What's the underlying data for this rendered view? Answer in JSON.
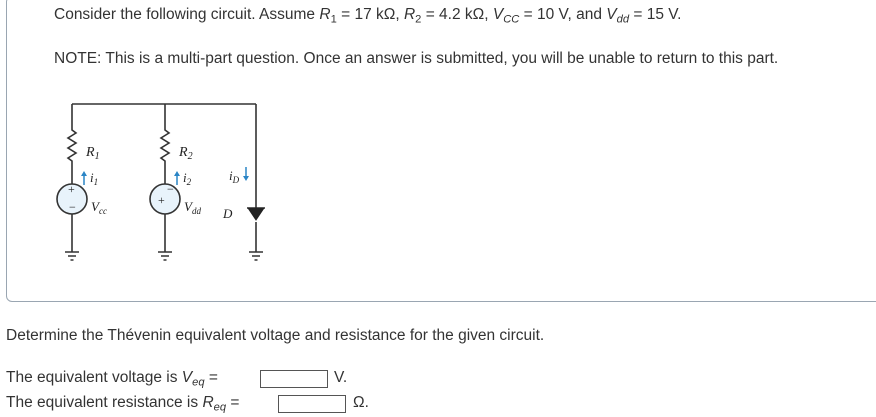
{
  "problem": {
    "intro": "Consider the following circuit. Assume",
    "r1_sym": "R",
    "r1_sub": "1",
    "r1_val": "= 17 kΩ,",
    "r2_sym": "R",
    "r2_sub": "2",
    "r2_val": "= 4.2 kΩ,",
    "vcc_sym": "V",
    "vcc_sub": "CC",
    "vcc_val": "= 10 V, and",
    "vdd_sym": "V",
    "vdd_sub": "dd",
    "vdd_val": "= 15 V.",
    "note": "NOTE: This is a multi-part question. Once an answer is submitted, you will be unable to return to this part."
  },
  "circuit": {
    "r1_label": "R",
    "r1_label_sub": "1",
    "r2_label": "R",
    "r2_label_sub": "2",
    "i1_label": "i",
    "i1_sub": "1",
    "i2_label": "i",
    "i2_sub": "2",
    "id_label": "i",
    "id_sub": "D",
    "vcc_label": "V",
    "vcc_label_sub": "cc",
    "vdd_label": "V",
    "vdd_label_sub": "dd",
    "diode_label": "D",
    "plus_sign": "+",
    "minus_sign": "−"
  },
  "question": "Determine the Thévenin equivalent voltage and resistance for the given circuit.",
  "answers": {
    "veq_prefix": "The equivalent voltage is",
    "veq_sym": "V",
    "veq_sub": "eq",
    "veq_eq": "=",
    "veq_value": "",
    "veq_unit": "V.",
    "req_prefix": "The equivalent resistance is",
    "req_sym": "R",
    "req_sub": "eq",
    "req_eq": "=",
    "req_value": "",
    "req_unit": "Ω."
  }
}
